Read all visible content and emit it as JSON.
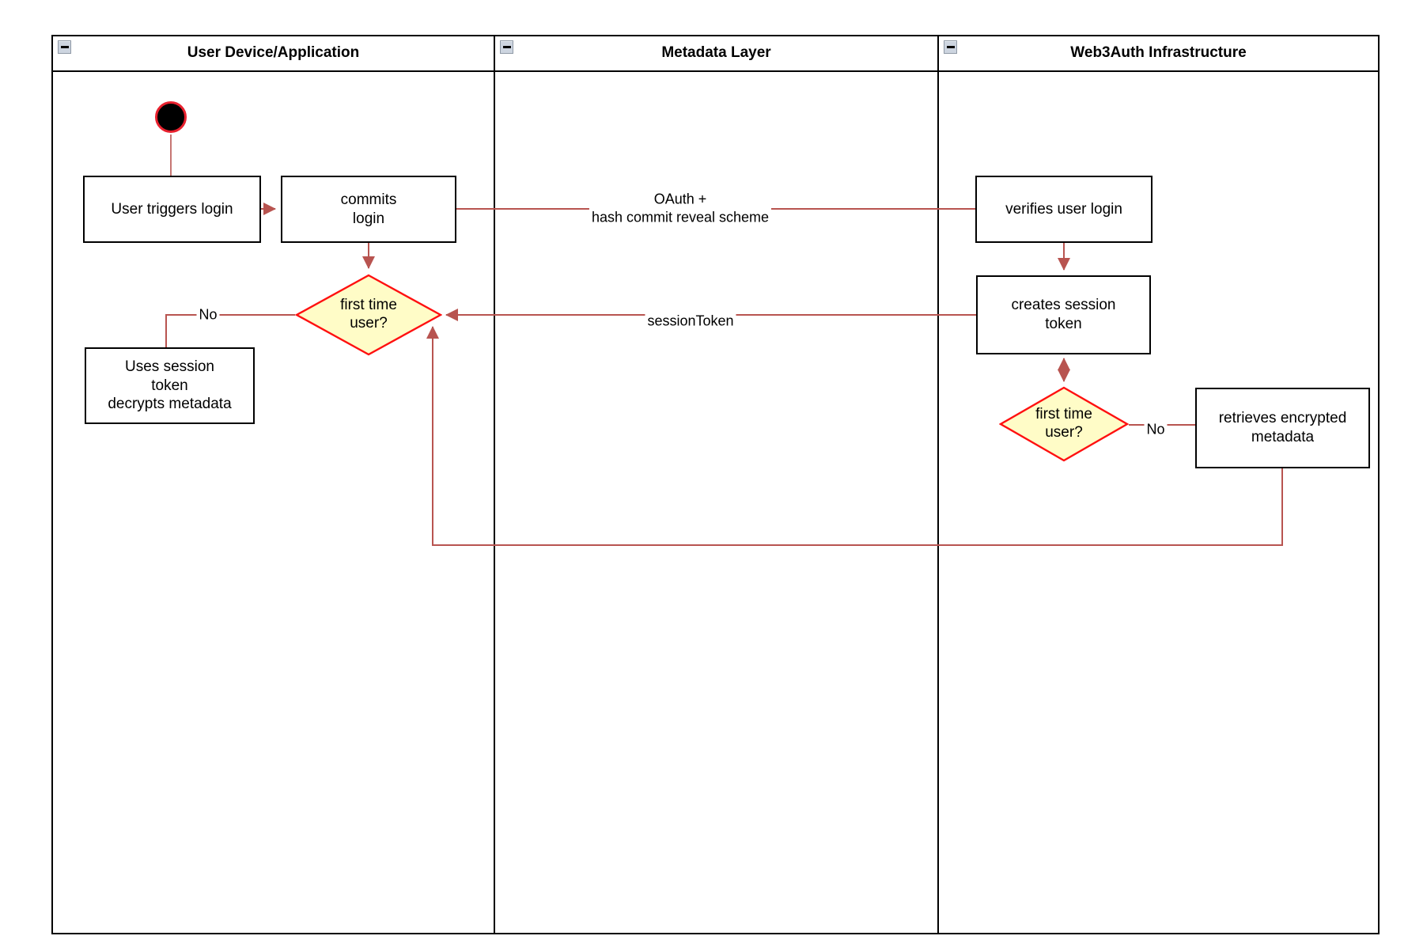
{
  "lanes": [
    {
      "title": "User Device/Application"
    },
    {
      "title": "Metadata Layer"
    },
    {
      "title": "Web3Auth Infrastructure"
    }
  ],
  "nodes": {
    "user_triggers_login": "User triggers login",
    "commits_login": "commits\nlogin",
    "first_time_user_1": "first time\nuser?",
    "uses_session_token": "Uses session\ntoken\ndecrypts metadata",
    "verifies_user_login": "verifies user login",
    "creates_session_token": "creates session\ntoken",
    "first_time_user_2": "first time\nuser?",
    "retrieves_encrypted_metadata": "retrieves encrypted\nmetadata"
  },
  "edge_labels": {
    "oauth": "OAuth +\nhash commit reveal scheme",
    "session_token": "sessionToken",
    "no_1": "No",
    "no_2": "No"
  },
  "colors": {
    "connector": "#B85450",
    "decision_fill": "#FFFCC7",
    "decision_border": "#FF1010",
    "node_border": "#000000",
    "start_fill": "#000000",
    "start_ring": "#E8212E"
  }
}
